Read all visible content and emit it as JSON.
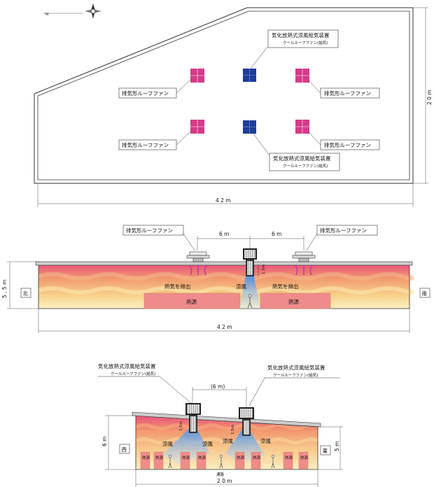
{
  "plan": {
    "labels": {
      "exhaust_fan": "排気形ルーフファン",
      "cooler_title": "気化放熱式涼風給気装置",
      "cooler_sub": "クールルーフファン(給気)"
    },
    "dim_width": "4 2 m",
    "dim_depth": "2 0 m",
    "compass": "N",
    "colors": {
      "exhaust_unit": "#d63a8a",
      "supply_unit": "#1f3d9c"
    }
  },
  "elevation": {
    "exhaust_fan_label": "排気形ルーフファン",
    "spacing_label": "6 m",
    "height_label": "5 . 5 m",
    "duct_label": "1.5m",
    "heat_out_label": "熱気を排出",
    "cool_air_label": "涼風",
    "heat_source_label": "熱源",
    "north_label": "北",
    "south_label": "南",
    "dim_width": "4 2 m"
  },
  "section": {
    "cooler_title": "気化放熱式涼風給気装置",
    "cooler_sub": "クールルーフファン(給気)",
    "spacing_label": "(6 m)",
    "west_label": "西",
    "east_label": "東",
    "height_west": "6 m",
    "height_east": "5 m",
    "duct_label": "1.5m",
    "cool_air_label": "涼風",
    "heat_source_label": "熱源",
    "aisle_label": "通路",
    "dim_width": "2 0 m"
  }
}
